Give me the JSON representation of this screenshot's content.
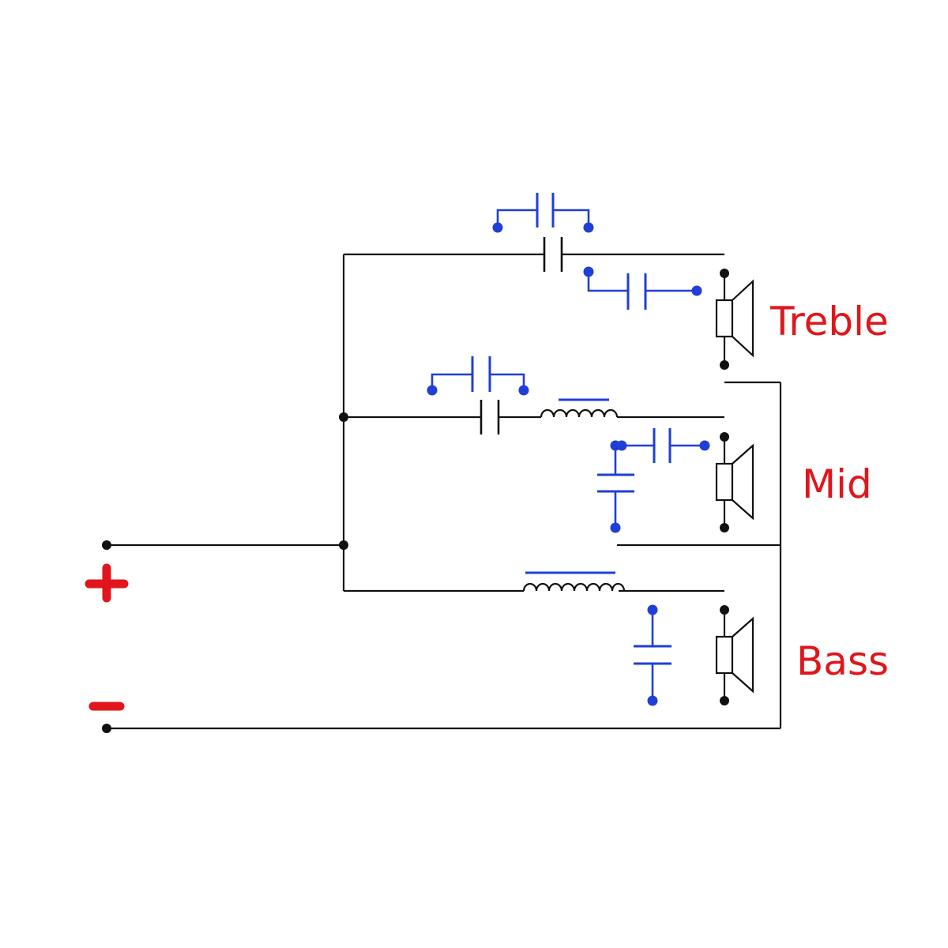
{
  "labels": {
    "treble": "Treble",
    "mid": "Mid",
    "bass": "Bass"
  },
  "colors": {
    "wire": "#111111",
    "optional_components": "#1f3fd6",
    "labels": "#e0161b"
  },
  "icons": {
    "plus": "plus-icon",
    "minus": "minus-icon",
    "speaker": "speaker-icon",
    "capacitor": "capacitor-icon",
    "inductor": "inductor-icon"
  }
}
